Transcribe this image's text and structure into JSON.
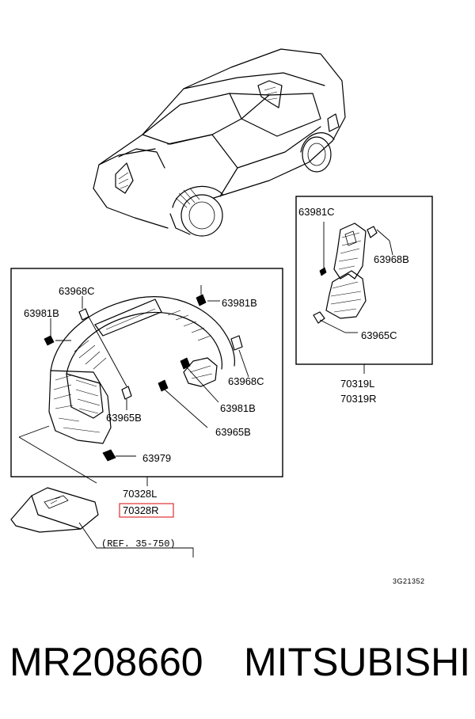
{
  "diagram": {
    "labels": {
      "r_63981C": "63981C",
      "r_63968B": "63968B",
      "r_63965C": "63965C",
      "r_70319L": "70319L",
      "r_70319R": "70319R",
      "m_63968C_top": "63968C",
      "m_63981B_left": "63981B",
      "m_63981B_top": "63981B",
      "m_63968C_right": "63968C",
      "m_63981B_right": "63981B",
      "m_63965B_left": "63965B",
      "m_63965B_right": "63965B",
      "m_63979": "63979",
      "m_70328L": "70328L",
      "m_70328R": "70328R",
      "ref": "(REF. 35-750)",
      "code": "3G21352"
    },
    "highlight_color": "#e03030"
  },
  "footer": {
    "part_number": "MR208660",
    "brand": "MITSUBISHI"
  }
}
